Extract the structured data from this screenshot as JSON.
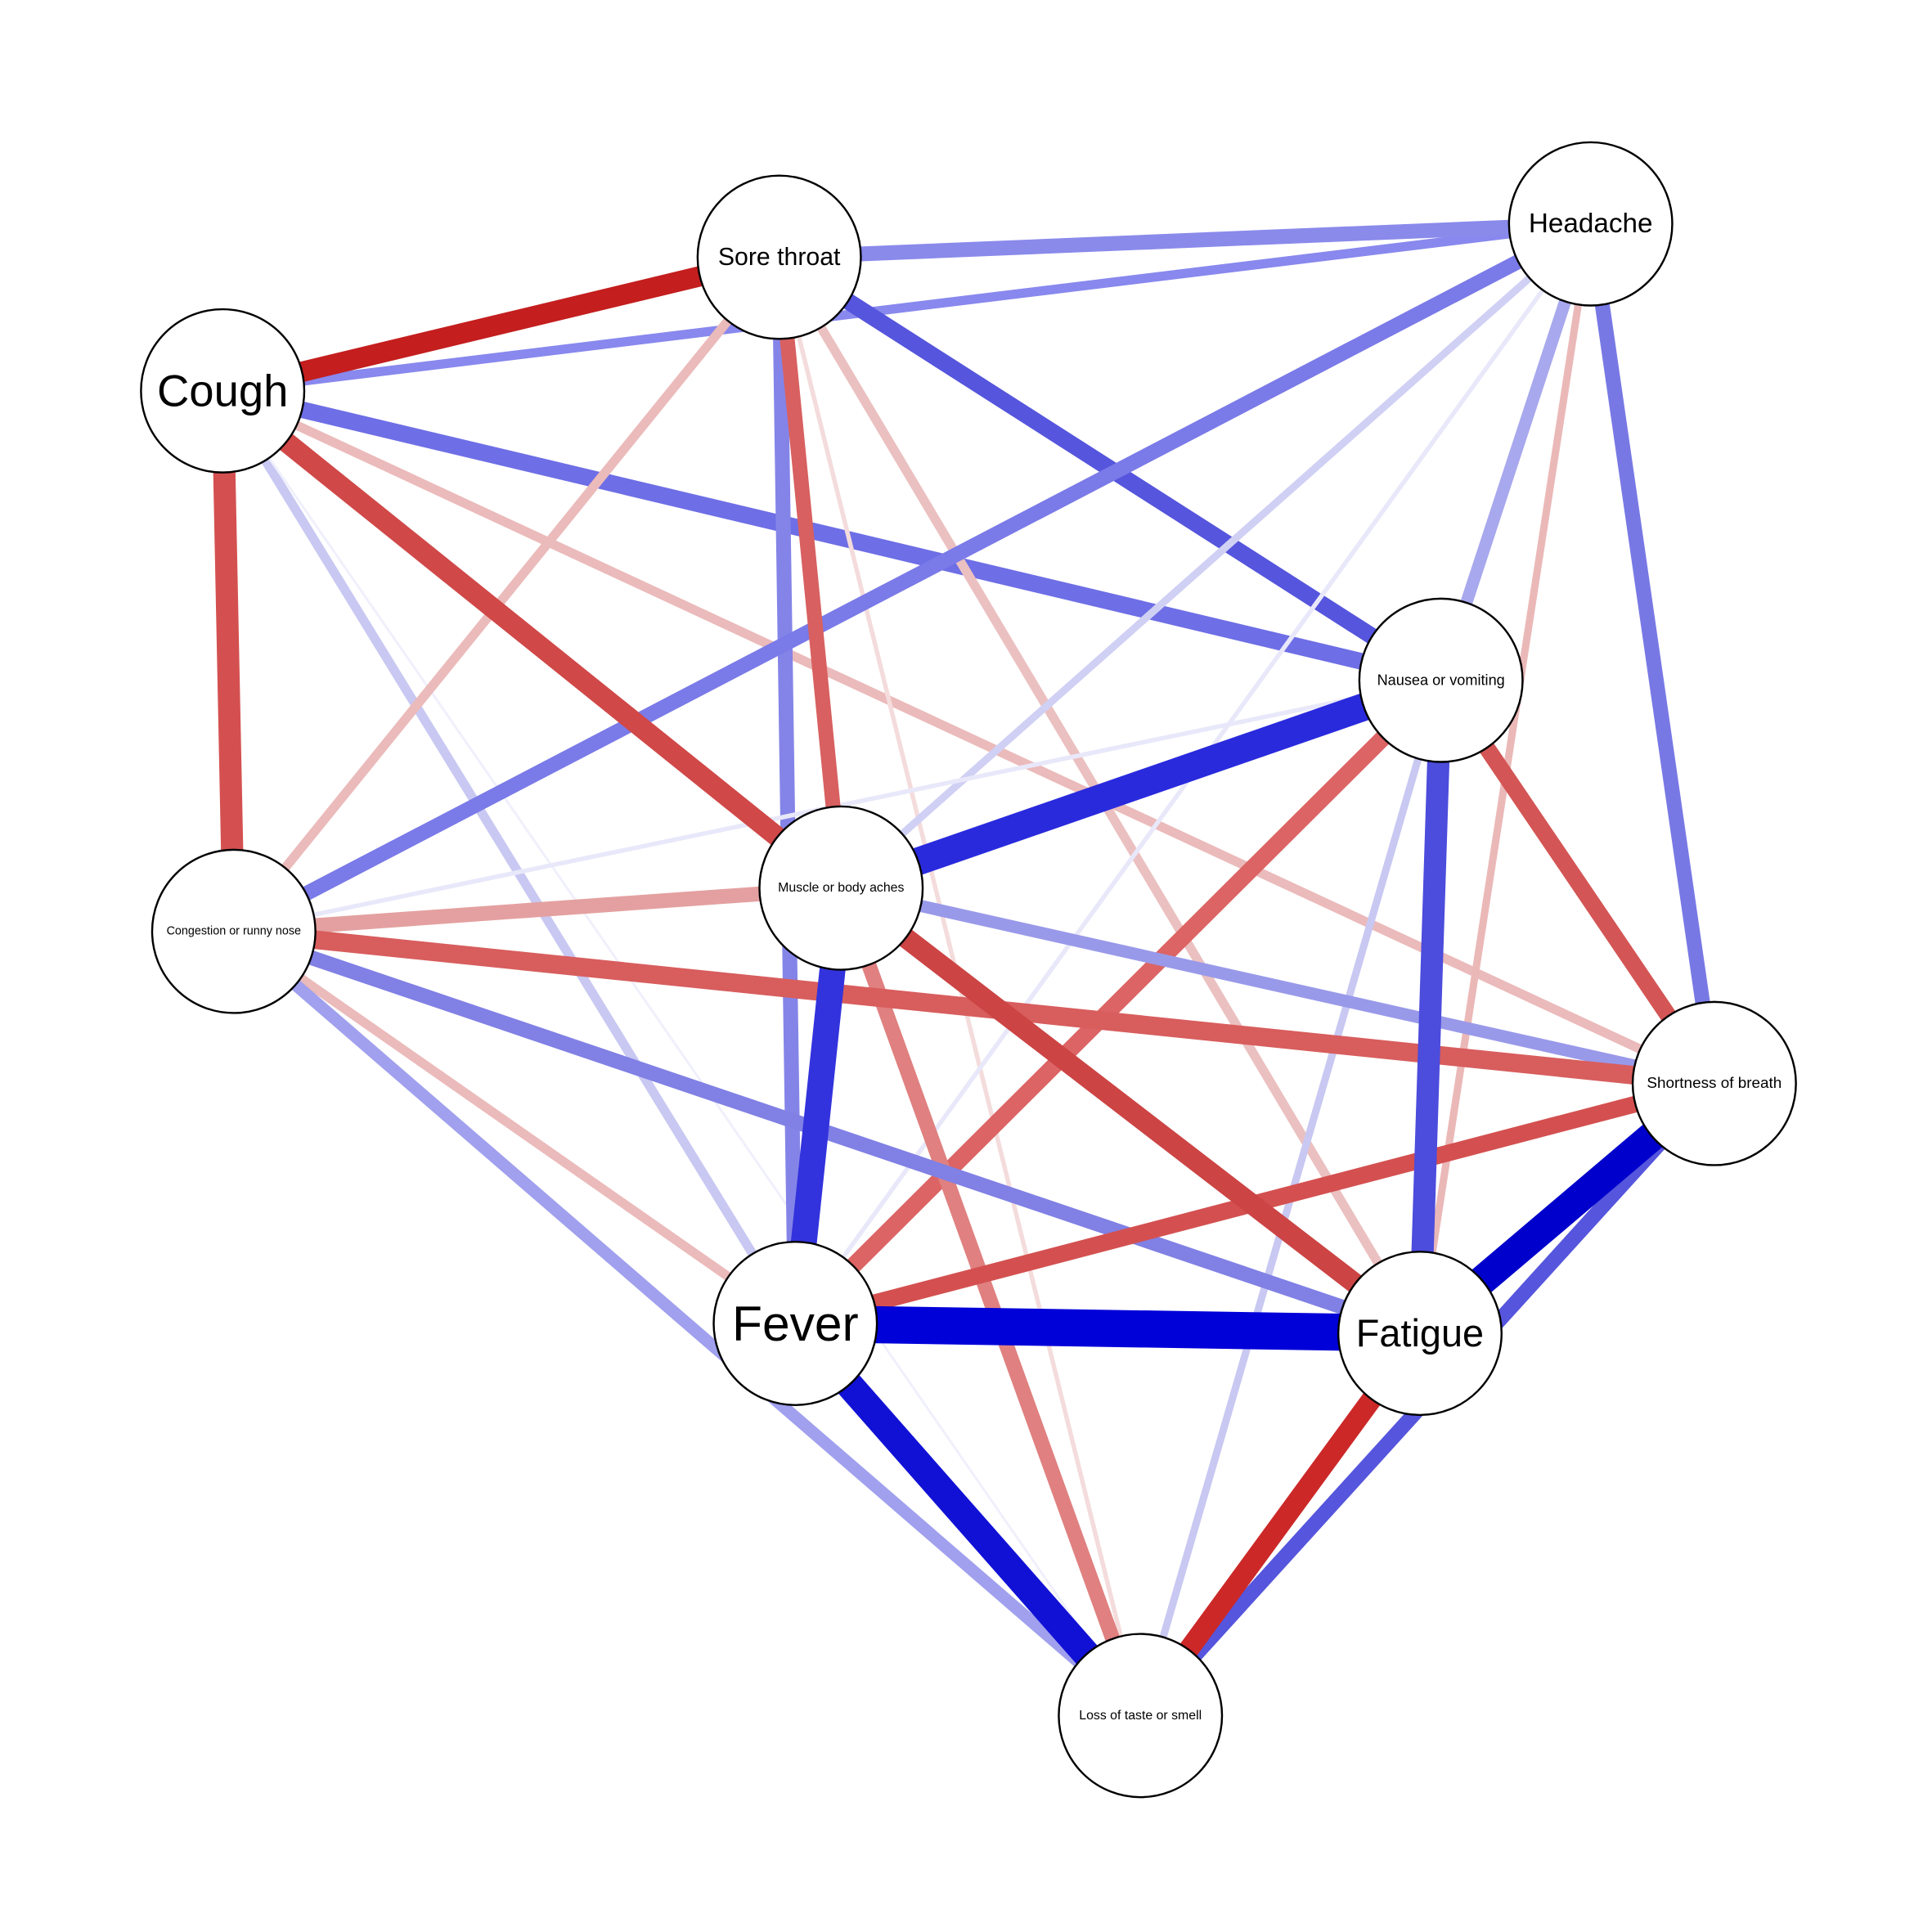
{
  "nodes": [
    {
      "id": "sore",
      "label": "Sore throat"
    },
    {
      "id": "head",
      "label": "Headache"
    },
    {
      "id": "cough",
      "label": "Cough"
    },
    {
      "id": "naus",
      "label": "Nausea or vomiting"
    },
    {
      "id": "musc",
      "label": "Muscle or body aches"
    },
    {
      "id": "cong",
      "label": "Congestion or runny nose"
    },
    {
      "id": "sob",
      "label": "Shortness of breath"
    },
    {
      "id": "fever",
      "label": "Fever"
    },
    {
      "id": "fat",
      "label": "Fatigue"
    },
    {
      "id": "loss",
      "label": "Loss of taste or smell"
    }
  ],
  "edges": [
    {
      "s": "cough",
      "t": "head",
      "w": 0.25,
      "color": "#8888ee"
    },
    {
      "s": "sore",
      "t": "head",
      "w": 0.4,
      "color": "#8a8aeb"
    },
    {
      "s": "cough",
      "t": "naus",
      "w": 0.45,
      "color": "#6e6ee6"
    },
    {
      "s": "sore",
      "t": "naus",
      "w": 0.45,
      "color": "#5555dd"
    },
    {
      "s": "cough",
      "t": "sob",
      "w": -0.25,
      "color": "#ebbaba"
    },
    {
      "s": "cough",
      "t": "fever",
      "w": 0.25,
      "color": "#c8c8f2"
    },
    {
      "s": "cough",
      "t": "fat",
      "w": 0.05,
      "color": "#ececfb"
    },
    {
      "s": "cough",
      "t": "loss",
      "w": 0.04,
      "color": "#f0f0fc"
    },
    {
      "s": "sore",
      "t": "cong",
      "w": -0.25,
      "color": "#ebbaba"
    },
    {
      "s": "sore",
      "t": "fever",
      "w": 0.4,
      "color": "#8484e8"
    },
    {
      "s": "sore",
      "t": "fat",
      "w": -0.25,
      "color": "#ebc0c0"
    },
    {
      "s": "sore",
      "t": "loss",
      "w": -0.12,
      "color": "#f4dcdc"
    },
    {
      "s": "head",
      "t": "cong",
      "w": 0.4,
      "color": "#7a7ae8"
    },
    {
      "s": "head",
      "t": "musc",
      "w": 0.2,
      "color": "#d0d0f5"
    },
    {
      "s": "head",
      "t": "fever",
      "w": 0.12,
      "color": "#e8e8fa"
    },
    {
      "s": "head",
      "t": "naus",
      "w": 0.33,
      "color": "#a8a8ee"
    },
    {
      "s": "head",
      "t": "fat",
      "w": -0.2,
      "color": "#ebb8b8"
    },
    {
      "s": "head",
      "t": "sob",
      "w": 0.4,
      "color": "#7878e5"
    },
    {
      "s": "naus",
      "t": "cong",
      "w": 0.12,
      "color": "#e8e8fa"
    },
    {
      "s": "naus",
      "t": "loss",
      "w": 0.2,
      "color": "#c8c8f2"
    },
    {
      "s": "naus",
      "t": "fever",
      "w": -0.45,
      "color": "#dc6464"
    },
    {
      "s": "naus",
      "t": "sob",
      "w": -0.45,
      "color": "#d45555"
    },
    {
      "s": "musc",
      "t": "cong",
      "w": -0.4,
      "color": "#e4a0a0"
    },
    {
      "s": "musc",
      "t": "sob",
      "w": 0.33,
      "color": "#9999ea"
    },
    {
      "s": "musc",
      "t": "loss",
      "w": -0.4,
      "color": "#e08080"
    },
    {
      "s": "cong",
      "t": "fever",
      "w": -0.25,
      "color": "#ebbaba"
    },
    {
      "s": "cong",
      "t": "loss",
      "w": 0.33,
      "color": "#a0a0ee"
    },
    {
      "s": "cong",
      "t": "fat",
      "w": 0.4,
      "color": "#8080e5"
    },
    {
      "s": "cong",
      "t": "sob",
      "w": -0.5,
      "color": "#d85d5d"
    },
    {
      "s": "sob",
      "t": "fever",
      "w": -0.45,
      "color": "#d45050"
    },
    {
      "s": "sob",
      "t": "loss",
      "w": 0.4,
      "color": "#5555dd"
    },
    {
      "s": "cough",
      "t": "musc",
      "w": -0.55,
      "color": "#d04848"
    },
    {
      "s": "sore",
      "t": "musc",
      "w": -0.4,
      "color": "#d86060"
    },
    {
      "s": "cough",
      "t": "cong",
      "w": -0.6,
      "color": "#d45050"
    },
    {
      "s": "musc",
      "t": "fat",
      "w": -0.55,
      "color": "#cc4444"
    },
    {
      "s": "naus",
      "t": "fat",
      "w": 0.6,
      "color": "#4c4cdd"
    },
    {
      "s": "fat",
      "t": "loss",
      "w": -0.55,
      "color": "#cc2828"
    },
    {
      "s": "cough",
      "t": "sore",
      "w": -0.55,
      "color": "#c41e1e"
    },
    {
      "s": "musc",
      "t": "fever",
      "w": 0.7,
      "color": "#3333dd"
    },
    {
      "s": "naus",
      "t": "musc",
      "w": 0.75,
      "color": "#2a2add"
    },
    {
      "s": "fever",
      "t": "loss",
      "w": 0.75,
      "color": "#1111d6"
    },
    {
      "s": "sob",
      "t": "fat",
      "w": 0.8,
      "color": "#0000cc"
    },
    {
      "s": "fever",
      "t": "fat",
      "w": 1.0,
      "color": "#0000d8"
    }
  ]
}
